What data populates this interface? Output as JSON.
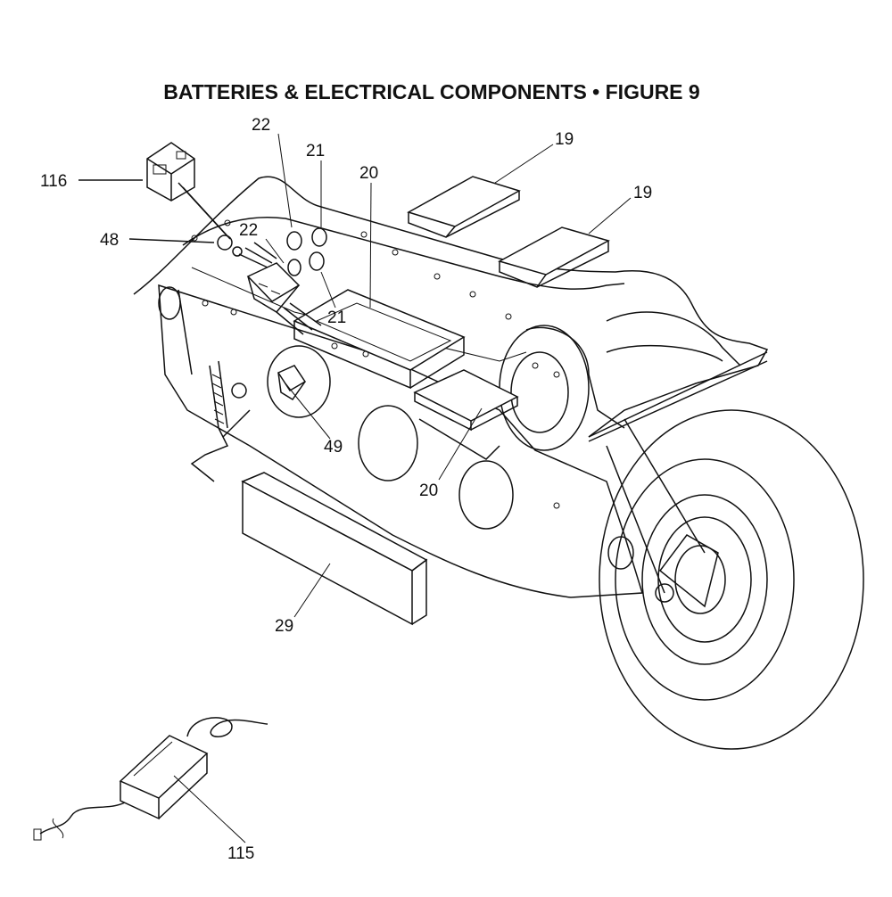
{
  "title": "BATTERIES & ELECTRICAL COMPONENTS  •  FIGURE 9",
  "callouts": {
    "c116": "116",
    "c48": "48",
    "c22a": "22",
    "c22b": "22",
    "c21a": "21",
    "c21b": "21",
    "c20a": "20",
    "c20b": "20",
    "c19a": "19",
    "c19b": "19",
    "c49": "49",
    "c29": "29",
    "c115": "115"
  }
}
